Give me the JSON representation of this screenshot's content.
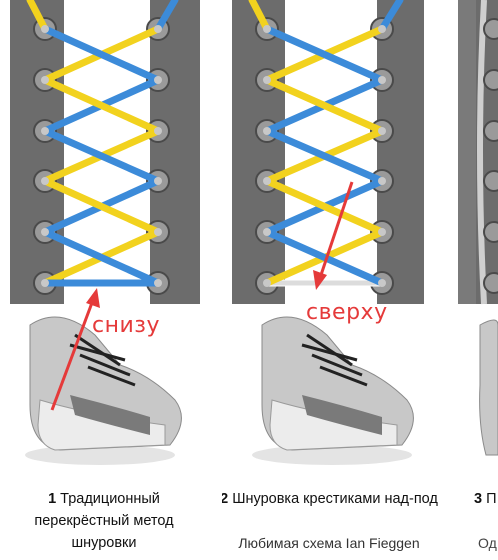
{
  "panels": [
    {
      "number": "1",
      "title": "Традиционный перекрёстный метод шнуровки",
      "arrow_label": "снизу"
    },
    {
      "number": "2",
      "title": "Шнуровка крестиками над-под",
      "subtitle": "Любимая схема Ian Fieggen",
      "arrow_label": "сверху"
    },
    {
      "number": "3",
      "title": "П",
      "subtitle": "Од"
    }
  ],
  "colors": {
    "background": "#ffffff",
    "shoe_panel": "#6b6b6b",
    "lace_blue": "#3c8bd9",
    "lace_yellow": "#f2d21e",
    "arrow": "#e53a3a"
  }
}
